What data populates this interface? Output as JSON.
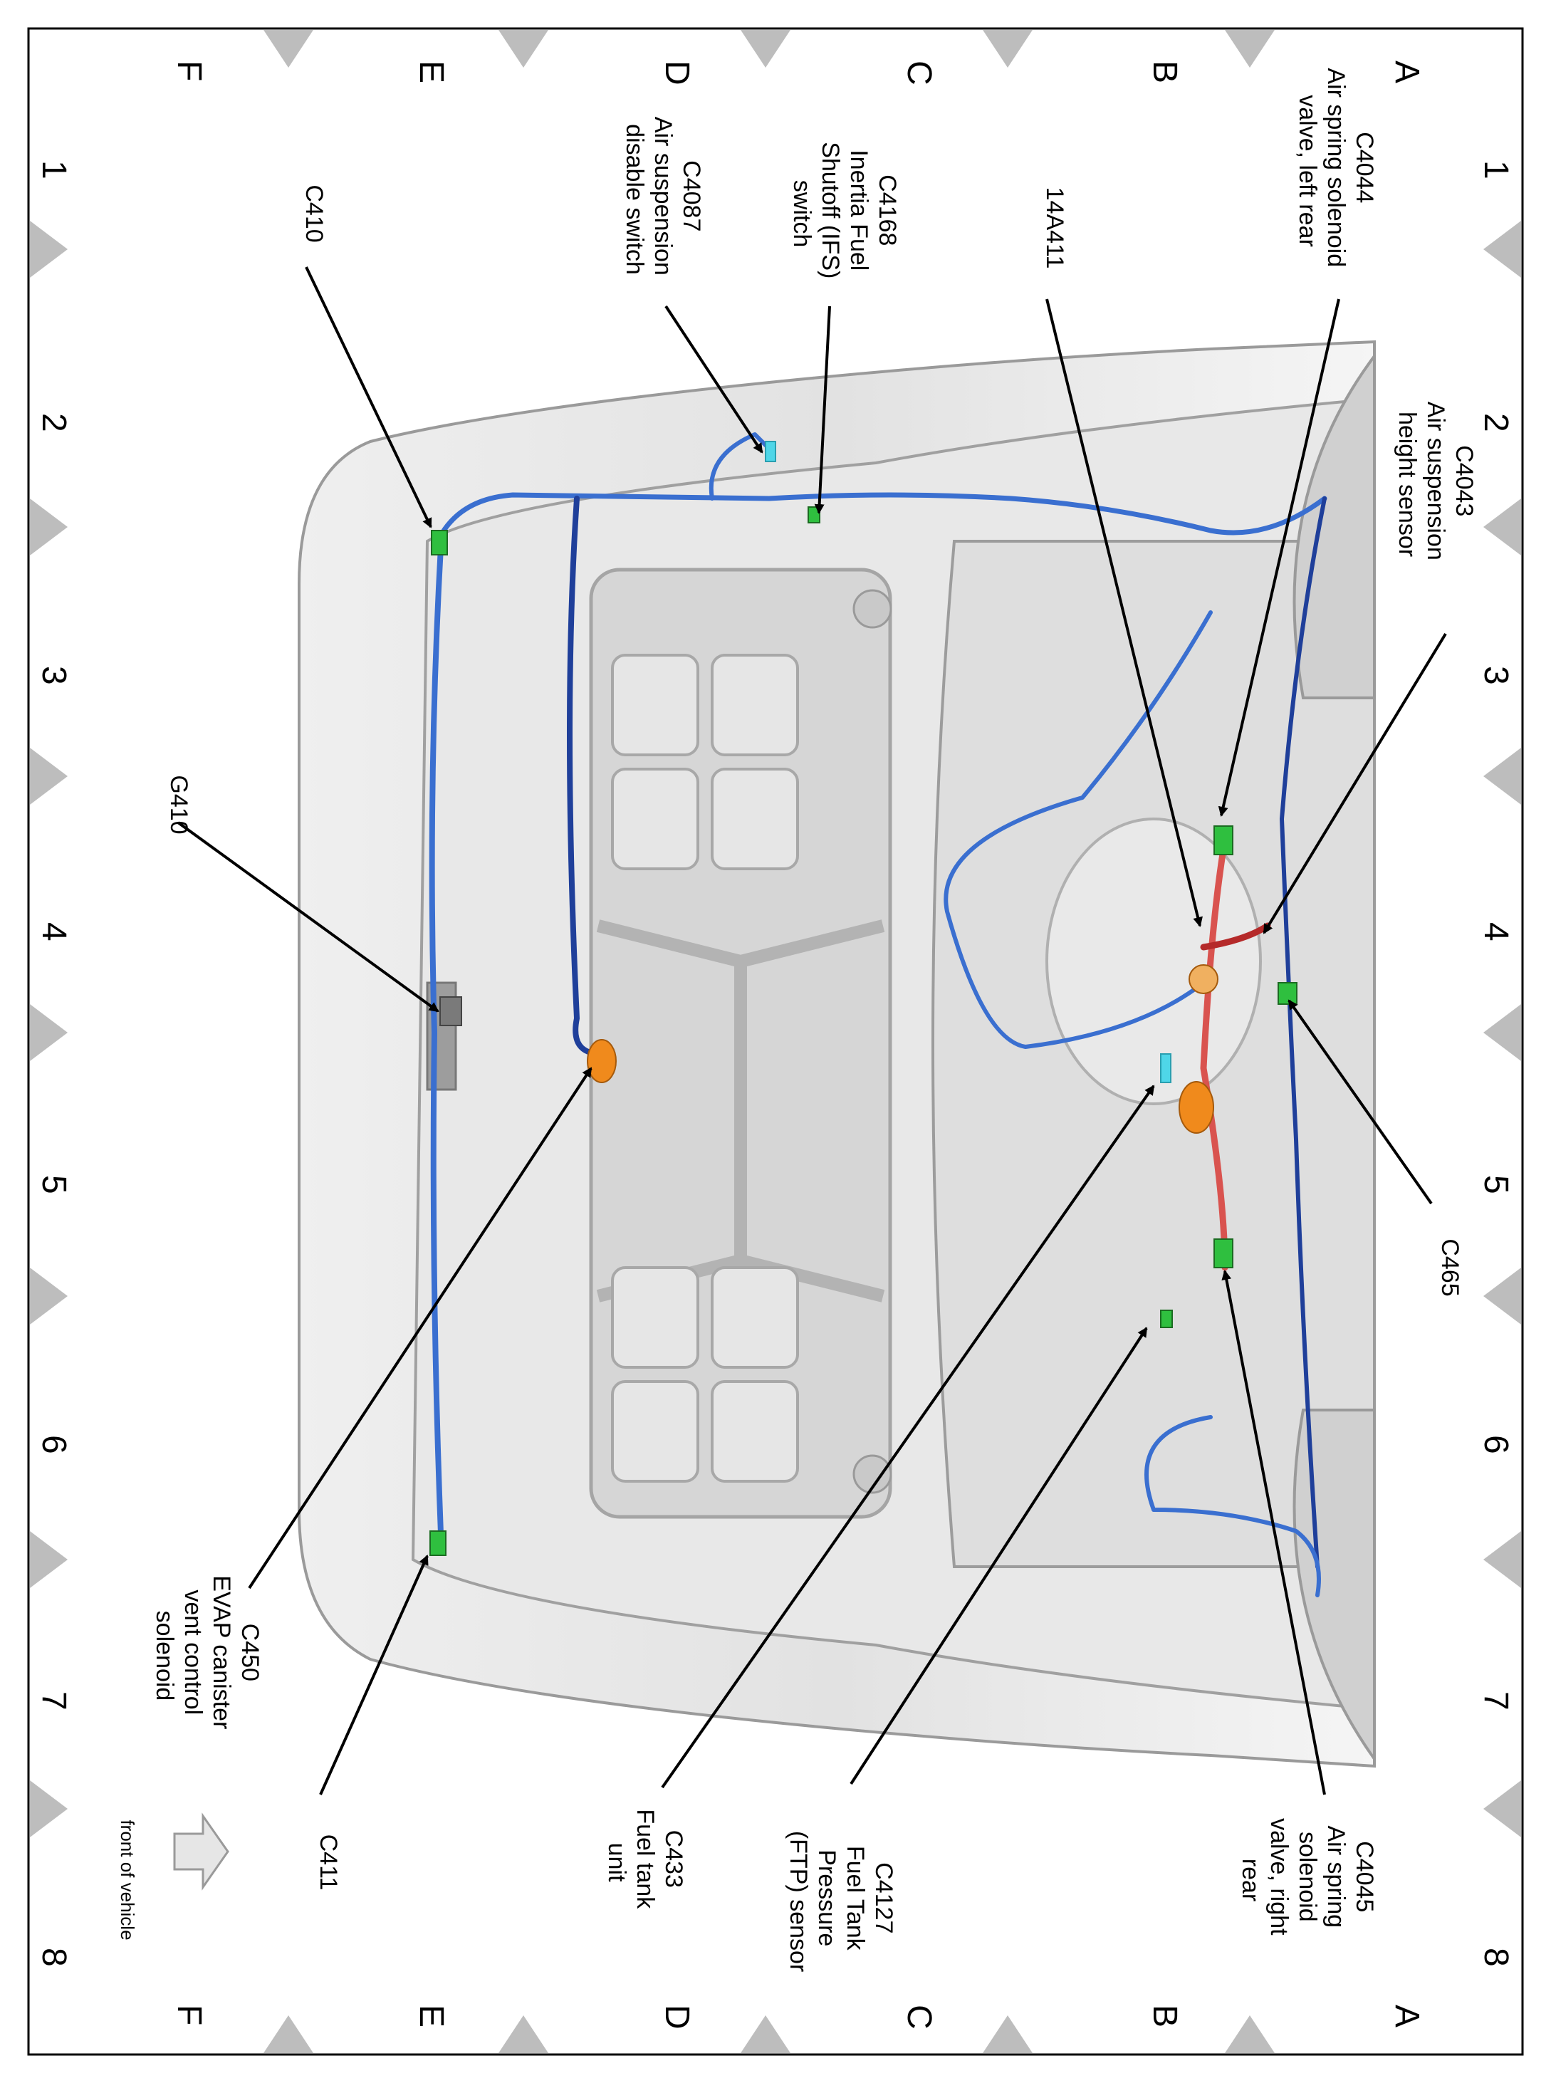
{
  "grid": {
    "letters": [
      "A",
      "B",
      "C",
      "D",
      "E",
      "F"
    ],
    "numbers": [
      "1",
      "2",
      "3",
      "4",
      "5",
      "6",
      "7",
      "8"
    ]
  },
  "callouts": {
    "c4044": [
      "C4044",
      "Air spring solenoid",
      "valve, left rear"
    ],
    "c4043": [
      "C4043",
      "Air suspension",
      "height sensor"
    ],
    "w14a411": [
      "14A411"
    ],
    "c4168": [
      "C4168",
      "Inertia Fuel",
      "Shutoff (IFS)",
      "switch"
    ],
    "c4087": [
      "C4087",
      "Air suspension",
      "disable switch"
    ],
    "c410": [
      "C410"
    ],
    "g410": [
      "G410"
    ],
    "c465": [
      "C465"
    ],
    "c4045": [
      "C4045",
      "Air spring",
      "solenoid",
      "valve, right",
      "rear"
    ],
    "c4127": [
      "C4127",
      "Fuel Tank",
      "Pressure",
      "(FTP) sensor"
    ],
    "c433": [
      "C433",
      "Fuel tank",
      "unit"
    ],
    "c450": [
      "C450",
      "EVAP canister",
      "vent control",
      "solenoid"
    ],
    "c411": [
      "C411"
    ]
  },
  "front_label": "front of vehicle",
  "colors": {
    "harness_blue": "#3a6fd0",
    "harness_dark_blue": "#1f3f9a",
    "harness_red": "#d9534f",
    "connector_green": "#2fbf3f",
    "connector_orange": "#f08a1c",
    "connector_cyan": "#4fd6e8",
    "body_gray": "#d9d9d9",
    "marker_gray": "#b5b5b5"
  }
}
